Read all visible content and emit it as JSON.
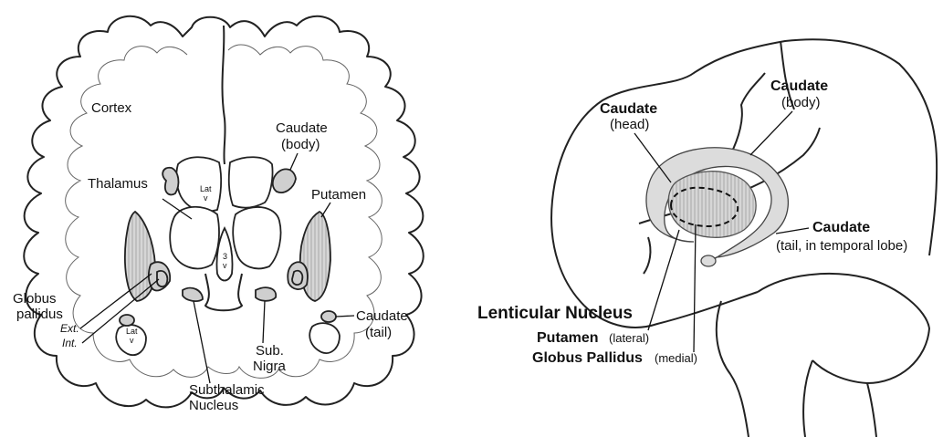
{
  "left_figure": {
    "labels": {
      "cortex": "Cortex",
      "caudate_body_1": "Caudate",
      "caudate_body_2": "(body)",
      "thalamus": "Thalamus",
      "putamen": "Putamen",
      "lat_v_top_1": "Lat",
      "lat_v_top_2": "v",
      "third_v_1": "3",
      "third_v_2": "v",
      "globus_1": "Globus",
      "globus_2": "pallidus",
      "ext": "Ext.",
      "int": "Int.",
      "lat_v_bottom_1": "Lat",
      "lat_v_bottom_2": "v",
      "caudate_tail_1": "Caudate",
      "caudate_tail_2": "(tail)",
      "sub_nigra_1": "Sub.",
      "sub_nigra_2": "Nigra",
      "subthalamic_1": "Subthalamic",
      "subthalamic_2": "Nucleus"
    }
  },
  "right_figure": {
    "labels": {
      "caudate_head_1": "Caudate",
      "caudate_head_2": "(head)",
      "caudate_body_1": "Caudate",
      "caudate_body_2": "(body)",
      "caudate_tail_1": "Caudate",
      "caudate_tail_2": "(tail, in temporal lobe)",
      "lenticular": "Lenticular Nucleus",
      "putamen": "Putamen",
      "putamen_note": "(lateral)",
      "globus": "Globus Pallidus",
      "globus_note": "(medial)"
    }
  }
}
